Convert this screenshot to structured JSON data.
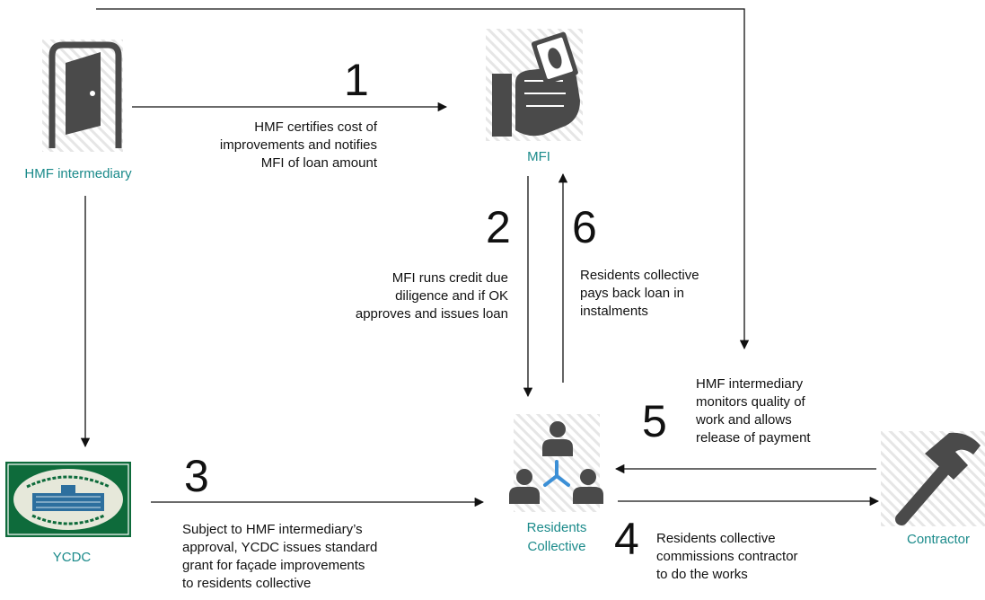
{
  "nodes": {
    "hmf": {
      "label": "HMF intermediary",
      "icon": "door-icon"
    },
    "mfi": {
      "label": "MFI",
      "icon": "hand-holding-money-icon"
    },
    "ycdc": {
      "label": "YCDC",
      "icon": "ycdc-building-logo"
    },
    "residents": {
      "label_lines": [
        "Residents",
        "Collective"
      ],
      "icon": "people-network-icon"
    },
    "contractor": {
      "label": "Contractor",
      "icon": "hammer-icon"
    }
  },
  "steps": [
    {
      "number": "1",
      "lines": [
        "HMF certifies cost of",
        "improvements and notifies",
        "MFI of loan amount"
      ]
    },
    {
      "number": "2",
      "lines": [
        "MFI runs credit due",
        "diligence and if OK",
        "approves and issues loan"
      ]
    },
    {
      "number": "3",
      "lines": [
        "Subject to HMF intermediary’s",
        "approval, YCDC issues standard",
        "grant for façade improvements",
        "to residents collective"
      ]
    },
    {
      "number": "4",
      "lines": [
        "Residents collective",
        "commissions contractor",
        "to do the works"
      ]
    },
    {
      "number": "5",
      "lines": [
        "HMF intermediary",
        "monitors quality of",
        "work and allows",
        "release of payment"
      ]
    },
    {
      "number": "6",
      "lines": [
        "Residents collective",
        "pays back loan in",
        "instalments"
      ]
    }
  ],
  "colors": {
    "node_label": "#1a8a8a",
    "icon_fill": "#4a4a4a",
    "icon_hatch": "#e3e3e3",
    "ycdc_green": "#0e6b3b",
    "arrow": "#111111"
  }
}
